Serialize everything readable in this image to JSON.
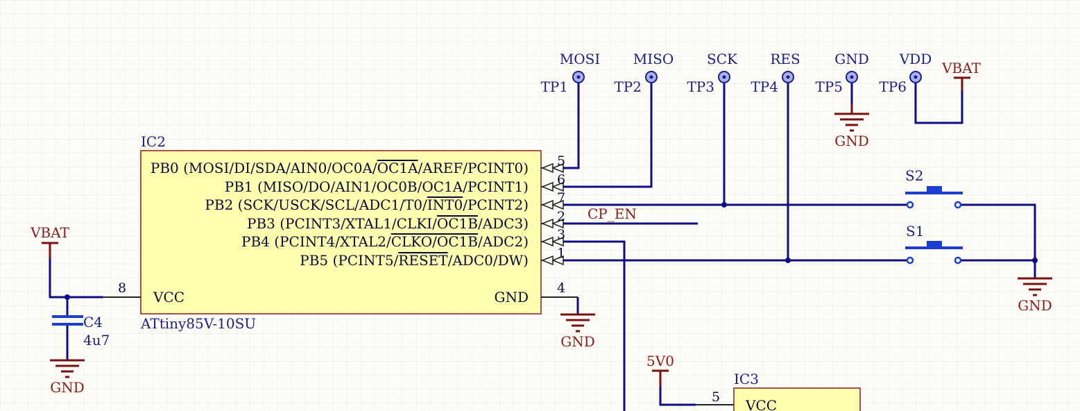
{
  "ic2": {
    "designator": "IC2",
    "part": "ATtiny85V-10SU",
    "pins": {
      "pb0": {
        "num": "5",
        "pre": "PB0 (MOSI/DI/SDA/AIN0/OC0A/",
        "ovl": "OC1A",
        "post": "/AREF/PCINT0)"
      },
      "pb1": {
        "num": "6",
        "pre": "PB1 (MISO/DO/AIN1/OC0B/OC1A/PCINT1)",
        "ovl": "",
        "post": ""
      },
      "pb2": {
        "num": "7",
        "pre": "PB2 (SCK/USCK/SCL/ADC1/T0/",
        "ovl": "INT0",
        "post": "/PCINT2)"
      },
      "pb3": {
        "num": "2",
        "pre": "PB3 (PCINT3/XTAL1/CLKI/",
        "ovl": "OC1B",
        "post": "/ADC3)"
      },
      "pb4": {
        "num": "3",
        "pre": "PB4 (PCINT4/XTAL2/",
        "ovl": "CLKO/OC1B",
        "post": "/ADC2)"
      },
      "pb5": {
        "num": "1",
        "pre": "PB5 (PCINT5/",
        "ovl": "RESET",
        "post": "/ADC0/DW)"
      },
      "vcc": {
        "num": "8",
        "label": "VCC"
      },
      "gnd": {
        "num": "4",
        "label": "GND"
      }
    }
  },
  "ic3": {
    "designator": "IC3",
    "vcc_label": "VCC",
    "vcc_pin": "5"
  },
  "test_points": [
    {
      "designator": "TP1",
      "net": "MOSI"
    },
    {
      "designator": "TP2",
      "net": "MISO"
    },
    {
      "designator": "TP3",
      "net": "SCK"
    },
    {
      "designator": "TP4",
      "net": "RES"
    },
    {
      "designator": "TP5",
      "net": "GND"
    },
    {
      "designator": "TP6",
      "net": "VDD"
    }
  ],
  "switches": {
    "s1": "S1",
    "s2": "S2"
  },
  "capacitor": {
    "designator": "C4",
    "value": "4u7"
  },
  "net_labels": {
    "cp_en": "CP_EN"
  },
  "power": {
    "vbat_top": "VBAT",
    "vbat_left": "VBAT",
    "gnd_tp5": "GND",
    "gnd_ic2": "GND",
    "gnd_cap": "GND",
    "gnd_sw": "GND",
    "v5": "5V0"
  },
  "colors": {
    "background": "#fdfcf6",
    "wire": "#0d0d85",
    "power_symbol": "#8b1a1a",
    "ic_fill": "#ffffb0",
    "ic_border": "#8b1a1a",
    "switch": "#1a3fd0"
  }
}
